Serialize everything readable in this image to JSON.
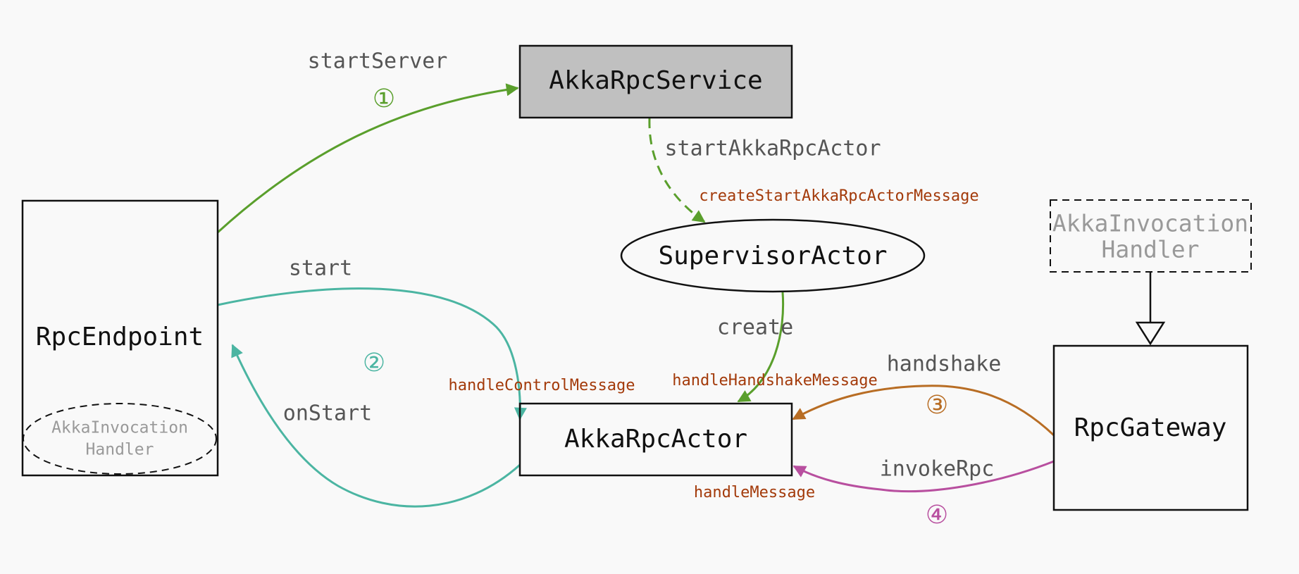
{
  "colors": {
    "background": "#f9f9f9",
    "green": "#5a9f2c",
    "teal": "#4bb5a2",
    "orange": "#b86d24",
    "magenta": "#b84f9f",
    "message_red": "#a33a0a",
    "service_fill": "#c0c0c0"
  },
  "nodes": {
    "akka_rpc_service": "AkkaRpcService",
    "rpc_endpoint": "RpcEndpoint",
    "rpc_endpoint_handler_line1": "AkkaInvocation",
    "rpc_endpoint_handler_line2": "Handler",
    "supervisor_actor": "SupervisorActor",
    "akka_rpc_actor": "AkkaRpcActor",
    "rpc_gateway": "RpcGateway",
    "invocation_handler_line1": "AkkaInvocation",
    "invocation_handler_line2": "Handler"
  },
  "edges": {
    "start_server": "startServer",
    "start_akka_rpc_actor": "startAkkaRpcActor",
    "start": "start",
    "on_start": "onStart",
    "create": "create",
    "handshake": "handshake",
    "invoke_rpc": "invokeRpc"
  },
  "messages": {
    "create_start_akka_rpc_actor_message": "createStartAkkaRpcActorMessage",
    "handle_control_message": "handleControlMessage",
    "handle_handshake_message": "handleHandshakeMessage",
    "handle_message": "handleMessage"
  },
  "steps": {
    "step1": "①",
    "step2": "②",
    "step3": "③",
    "step4": "④"
  }
}
